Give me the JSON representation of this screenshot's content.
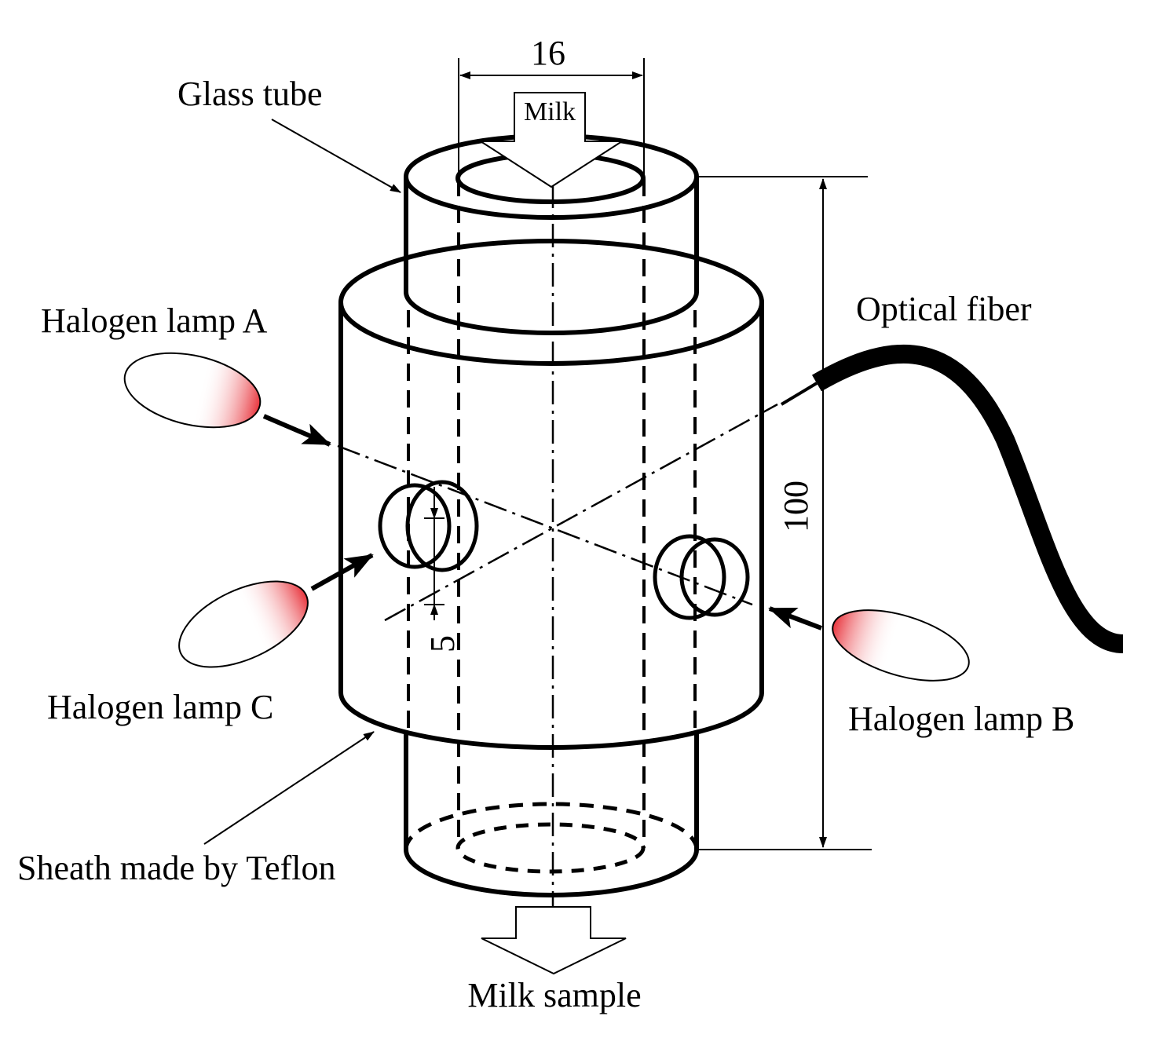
{
  "labels": {
    "glass_tube": "Glass tube",
    "milk_in": "Milk",
    "lamp_a": "Halogen lamp A",
    "lamp_b": "Halogen lamp B",
    "lamp_c": "Halogen lamp C",
    "optical_fiber": "Optical fiber",
    "sheath": "Sheath made by Teflon",
    "milk_out": "Milk sample"
  },
  "dimensions": {
    "inner_diameter": "16",
    "height": "100",
    "window_size": "5"
  },
  "colors": {
    "ink": "#000000",
    "lamp_glow": "#e8343c",
    "background": "#ffffff"
  }
}
